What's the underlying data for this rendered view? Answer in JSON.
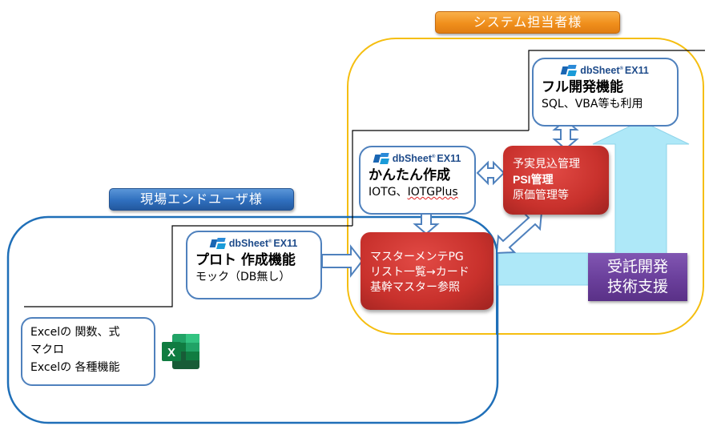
{
  "groups": {
    "system": {
      "label": "システム担当者様",
      "border_color": "#f5be10"
    },
    "enduser": {
      "label": "現場エンドユーザ様",
      "border_color": "#1f6fb8"
    }
  },
  "product": {
    "logo_text": "dbSheet",
    "logo_sup": "®",
    "logo_version": "EX11"
  },
  "cards": {
    "full_dev": {
      "title": "フル開発機能",
      "subtitle": "SQL、VBA等も利用"
    },
    "easy": {
      "title": "かんたん作成",
      "subtitle_a": "IOTG、",
      "subtitle_b": "IOTGPlus"
    },
    "proto": {
      "title": "プロト 作成機能",
      "subtitle": "モック（DB無し）"
    }
  },
  "red_boxes": {
    "management": {
      "lines": [
        "予実見込管理",
        "PSI管理",
        "原価管理等"
      ]
    },
    "master": {
      "lines": [
        "マスターメンテPG",
        "リスト一覧→カード",
        "基幹マスター参照"
      ]
    }
  },
  "purple_box": {
    "lines": [
      "受託開発",
      "技術支援"
    ]
  },
  "excel_card": {
    "lines": [
      "Excelの 関数、式",
      "マクロ",
      "Excelの 各種機能"
    ],
    "icon": "excel-icon"
  },
  "colors": {
    "card_border": "#4f81bd",
    "red": "#c8312c",
    "purple": "#6a3f9b",
    "light_blue_arrow": "#a9e6f7",
    "orange": "#f08f1c",
    "blue_label": "#2f6fbe"
  }
}
